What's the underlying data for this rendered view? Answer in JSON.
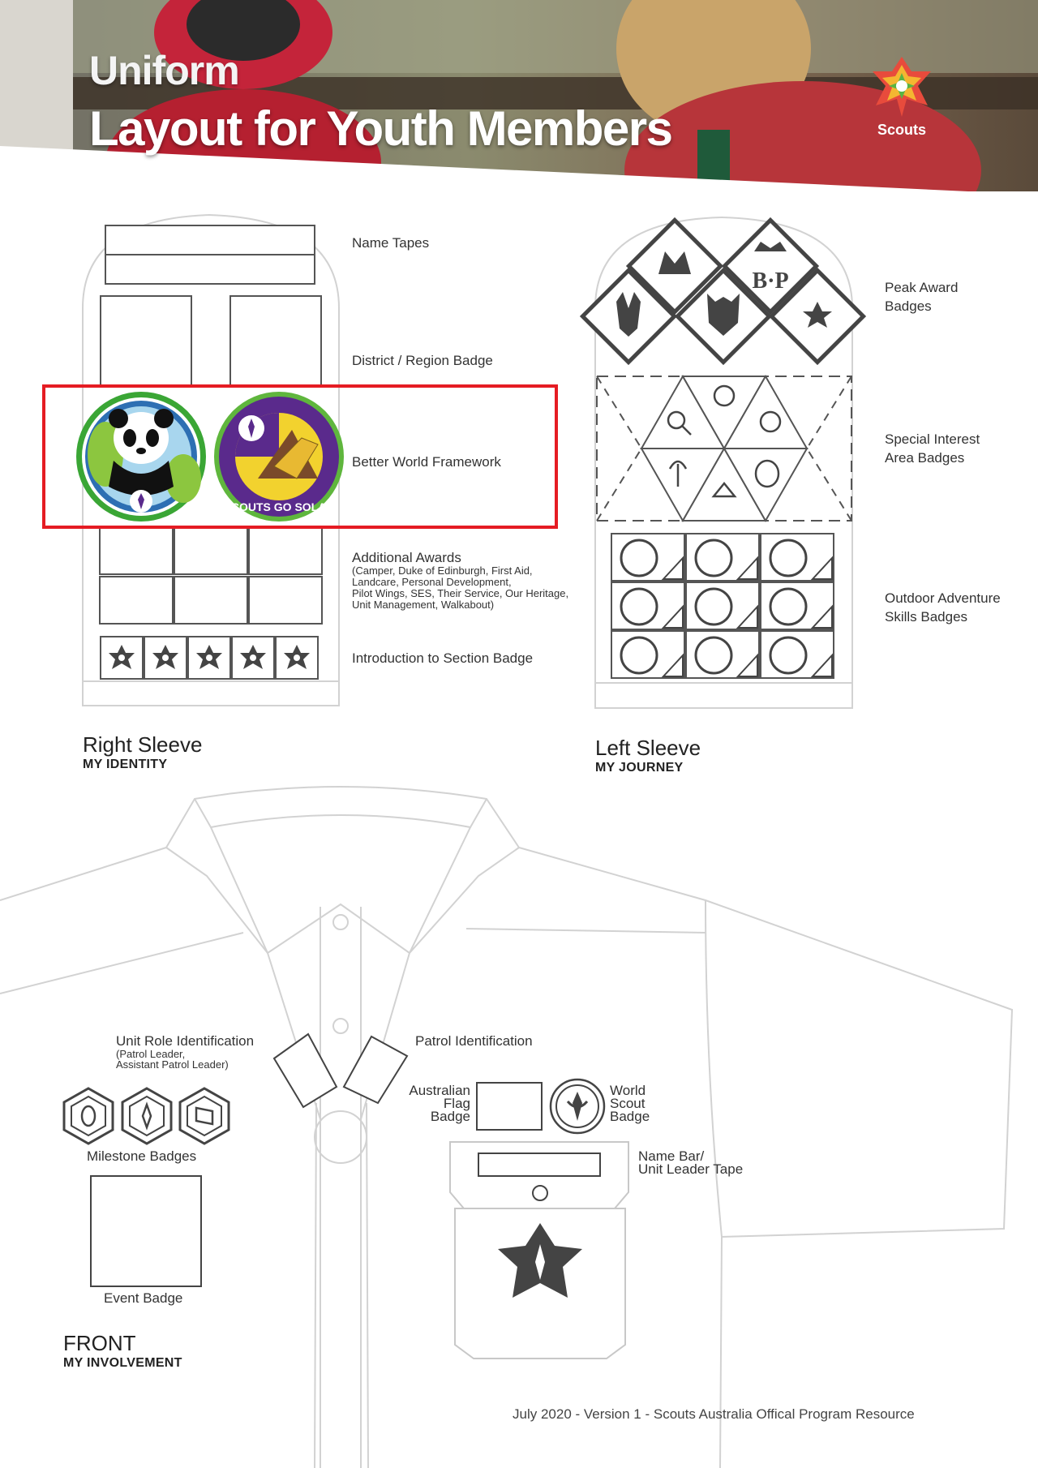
{
  "header": {
    "title_line1": "Uniform",
    "title_line2": "Layout for Youth Members",
    "logo_text": "Scouts"
  },
  "right_sleeve": {
    "title": "Right Sleeve",
    "subtitle": "MY IDENTITY",
    "labels": {
      "name_tapes": "Name Tapes",
      "district": "District / Region Badge",
      "better_world": "Better World Framework",
      "additional_awards": "Additional Awards",
      "additional_awards_detail": [
        "(Camper, Duke of Edinburgh, First Aid,",
        "Landcare, Personal Development,",
        "Pilot Wings, SES, Their Service, Our Heritage,",
        "Unit Management, Walkabout)"
      ],
      "intro_section": "Introduction to Section Badge"
    },
    "solar_badge_text": "SCOUTS GO SOLAR"
  },
  "left_sleeve": {
    "title": "Left Sleeve",
    "subtitle": "MY JOURNEY",
    "labels": {
      "peak_award": [
        "Peak Award",
        "Badges"
      ],
      "special_interest": [
        "Special Interest",
        "Area Badges"
      ],
      "outdoor_adventure": [
        "Outdoor Adventure",
        "Skills Badges"
      ]
    },
    "bp_text": "B·P"
  },
  "front": {
    "title": "FRONT",
    "subtitle": "MY INVOLVEMENT",
    "labels": {
      "unit_role": "Unit Role Identification",
      "unit_role_detail": [
        "(Patrol Leader,",
        "Assistant Patrol Leader)"
      ],
      "patrol_id": "Patrol Identification",
      "australian_flag": [
        "Australian",
        "Flag",
        "Badge"
      ],
      "world_scout": [
        "World",
        "Scout",
        "Badge"
      ],
      "milestone": "Milestone Badges",
      "name_bar": [
        "Name Bar/",
        "Unit Leader Tape"
      ],
      "event_badge": "Event Badge"
    }
  },
  "footer": "July 2020 - Version 1 - Scouts Australia Offical Program Resource",
  "colors": {
    "highlight": "#e51c23",
    "line": "#cfcfcf",
    "badge_dark": "#444444",
    "panda_ring": "#3aa635",
    "solar_purple": "#5a2a8c",
    "solar_yellow": "#f2d22e"
  }
}
